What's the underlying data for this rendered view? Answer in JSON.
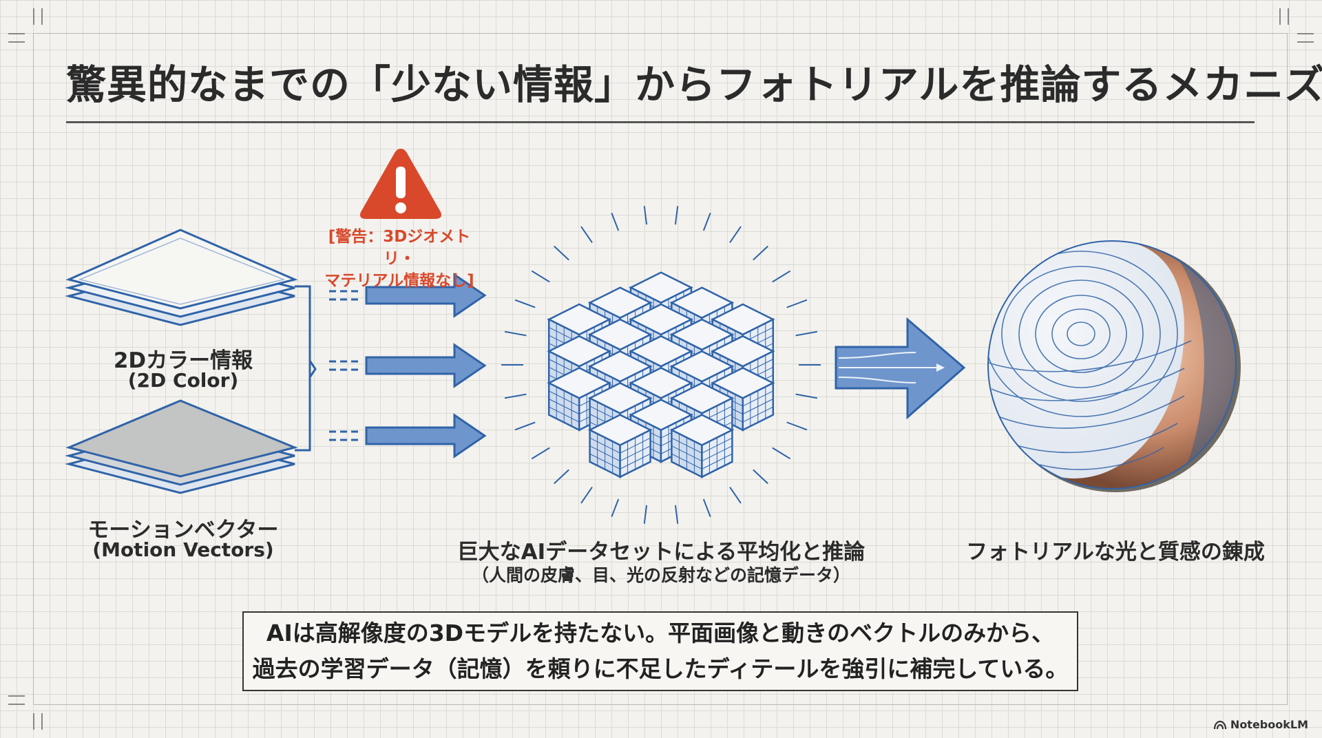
{
  "title": "驚異的なまでの「少ない情報」からフォトリアルを推論するメカニズム",
  "warning": {
    "line1": "[警告：3Dジオメトリ・",
    "line2": "マテリアル情報なし]"
  },
  "inputs": [
    {
      "label_ja": "2Dカラー情報",
      "label_en": "(2D Color)"
    },
    {
      "label_ja": "モーションベクター",
      "label_en": "(Motion Vectors)"
    }
  ],
  "dataset": {
    "label": "巨大なAIデータセットによる平均化と推論",
    "sublabel": "（人間の皮膚、目、光の反射などの記憶データ）"
  },
  "output": {
    "label": "フォトリアルな光と質感の錬成"
  },
  "summary": {
    "line1": "AIは高解像度の3Dモデルを持たない。平面画像と動きのベクトルのみから、",
    "line2": "過去の学習データ（記憶）を頼りに不足したディテールを強引に補完している。"
  },
  "brand": "NotebookLM",
  "colors": {
    "blueprint": "#2f63a8",
    "blueprint_fill": "#6f96cc",
    "warning": "#d9482b",
    "ink": "#2b2b2b",
    "skin": "#c98b6b"
  },
  "icons": [
    "warning-triangle-icon",
    "arrow-right-icon",
    "cube-cluster-icon",
    "sphere-render-icon",
    "notebooklm-logo-icon"
  ]
}
